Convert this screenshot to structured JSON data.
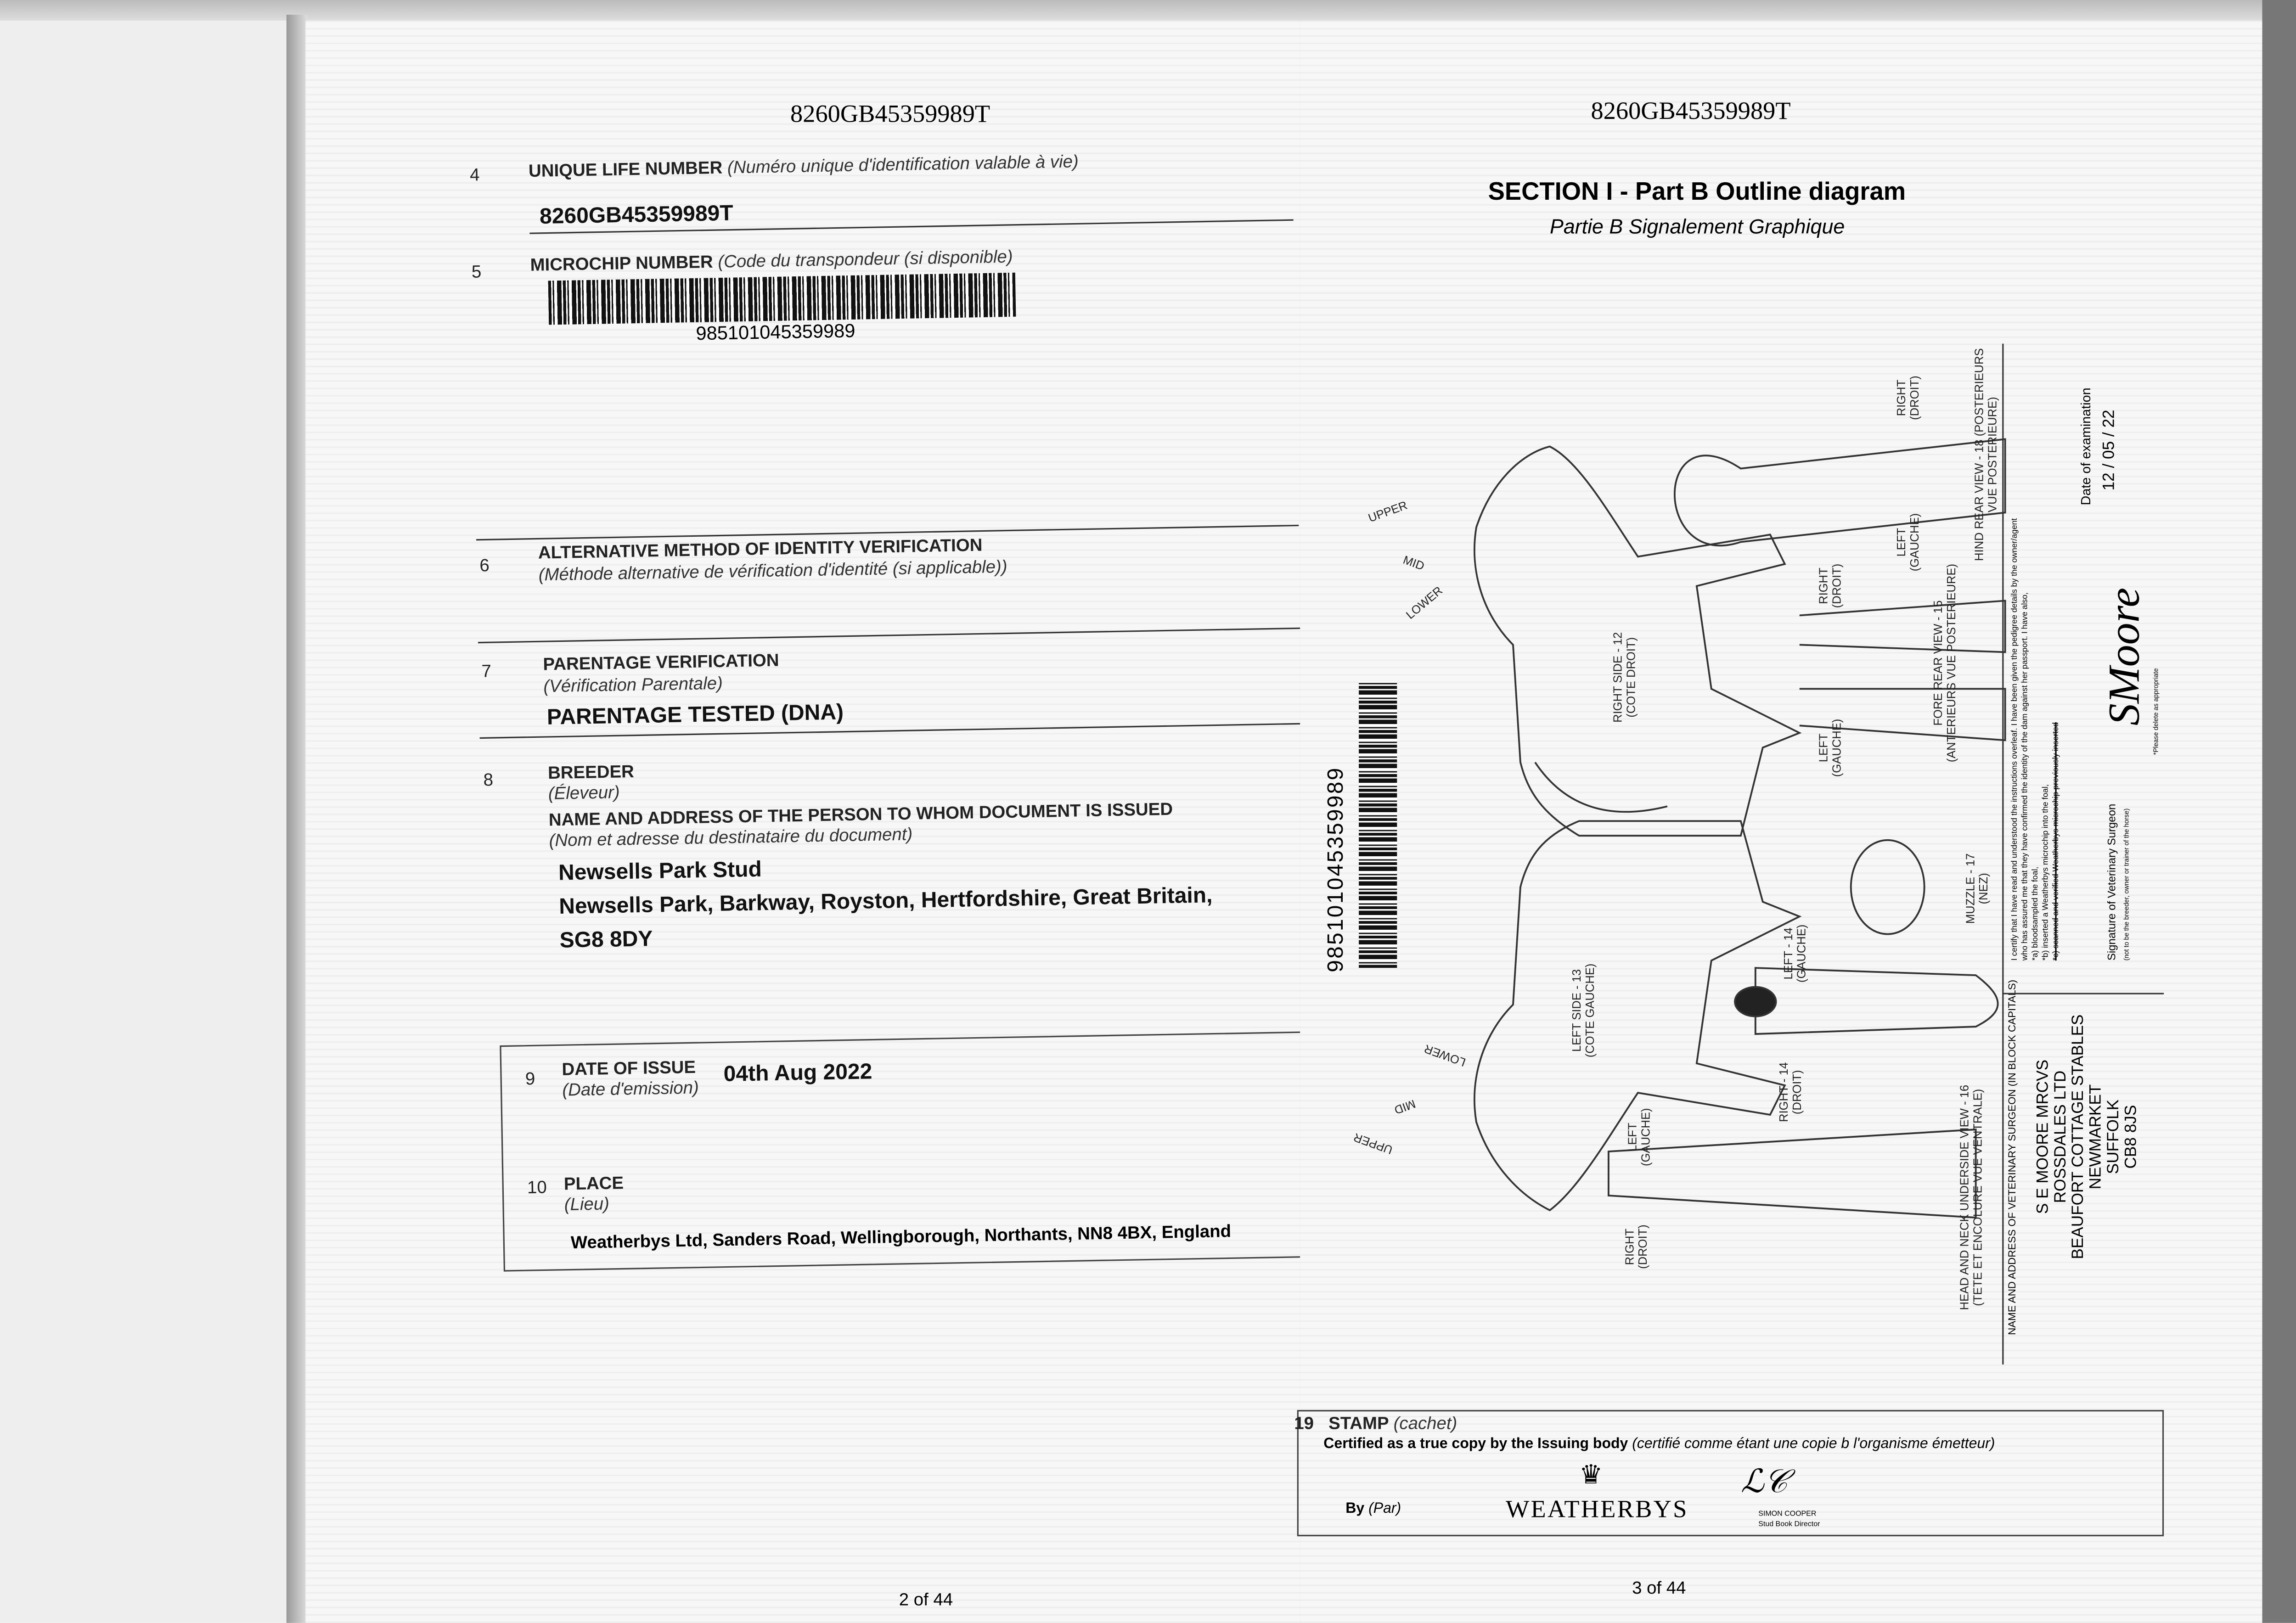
{
  "left_page": {
    "header_id": "8260GB45359989T",
    "sections": {
      "ule": {
        "num": "4",
        "label": "UNIQUE LIFE NUMBER",
        "label_fr": "(Numéro unique d'identification valable à vie)",
        "value": "8260GB45359989T"
      },
      "microchip": {
        "num": "5",
        "label": "MICROCHIP NUMBER",
        "label_fr": "(Code du transpondeur (si disponible)",
        "value": "985101045359989"
      },
      "alt_method": {
        "num": "6",
        "label": "ALTERNATIVE METHOD OF IDENTITY VERIFICATION",
        "label_fr": "(Méthode alternative de vérification d'identité (si applicable))"
      },
      "parentage": {
        "num": "7",
        "label": "PARENTAGE VERIFICATION",
        "label_fr": "(Vérification Parentale)",
        "value": "PARENTAGE TESTED (DNA)"
      },
      "breeder": {
        "num": "8",
        "label": "BREEDER",
        "label_fr": "(Éleveur)",
        "sublabel": "NAME AND ADDRESS OF THE PERSON TO WHOM DOCUMENT IS ISSUED",
        "sublabel_fr": "(Nom et adresse du destinataire du document)",
        "name": "Newsells Park Stud",
        "address1": "Newsells Park, Barkway, Royston, Hertfordshire, Great Britain,",
        "address2": "SG8 8DY"
      },
      "date_issue": {
        "num": "9",
        "label": "DATE OF ISSUE",
        "label_fr": "(Date d'emission)",
        "value": "04th Aug 2022"
      },
      "place": {
        "num": "10",
        "label": "PLACE",
        "label_fr": "(Lieu)",
        "value": "Weatherbys Ltd, Sanders Road, Wellingborough, Northants, NN8 4BX, England"
      }
    },
    "page_number": "2 of 44"
  },
  "right_page": {
    "header_id": "8260GB45359989T",
    "title": "SECTION I - Part B Outline diagram",
    "subtitle": "Partie B Signalement Graphique",
    "barcode_number": "985101045359989",
    "diagram_labels": {
      "upper": "UPPER",
      "mid": "MID",
      "lower": "LOWER",
      "right_side": "RIGHT SIDE - 12",
      "right_side_fr": "(COTE DROIT)",
      "left_side": "LEFT SIDE - 13",
      "left_side_fr": "(COTE GAUCHE)",
      "left_14": "LEFT - 14",
      "left_14_fr": "(GAUCHE)",
      "right_14": "RIGHT - 14",
      "right_14_fr": "(DROIT)",
      "fore_rear": "FORE REAR VIEW - 15",
      "fore_rear_fr": "(ANTERIEURS VUE POSTERIEURE)",
      "hind_rear": "HIND REAR VIEW - 18 (POSTERIEURS",
      "hind_rear_fr": "VUE POSTERIEURE)",
      "head_neck": "HEAD AND NECK UNDERSIDE VIEW - 16",
      "head_neck_fr": "(TETE ET ENCOLURE VUE VENTRALE)",
      "muzzle": "MUZZLE - 17",
      "muzzle_fr": "(NEZ)",
      "right": "RIGHT",
      "right_fr": "(DROIT)",
      "left": "LEFT",
      "left_fr": "(GAUCHE)"
    },
    "vet": {
      "heading": "NAME AND ADDRESS OF VETERINARY SURGEON (IN BLOCK CAPITALS)",
      "lines": [
        "S E MOORE MRCVS",
        "ROSSDALES LTD",
        "BEAUFORT COTTAGE STABLES",
        "NEWMARKET",
        "SUFFOLK",
        "CB8 8JS"
      ],
      "certify": [
        "I certify that I have read and understood the instructions overleaf. I have been given the pedigree details by the owner/agent",
        "who has assured me that they have confirmed the identity of the dam against her passport. I have also,",
        "*a) bloodsampled the foal,",
        "*b) inserted a Weatherbys microchip into the foal,",
        "*c) scanned and verified Weatherbys microchip previously inserted"
      ],
      "signature_label": "Signature of Veterinary Surgeon",
      "signature_note": "(not to be the breeder, owner or trainer of the horse)",
      "delete_note": "*Please delete as appropriate",
      "date_label": "Date of examination",
      "date_value": "12 / 05 / 22",
      "signature_text": "SMoore"
    },
    "stamp": {
      "num": "19",
      "label": "STAMP",
      "label_fr": "(cachet)",
      "certified": "Certified as a true copy by the Issuing body",
      "certified_fr": "(certifié comme étant une copie b l'organisme émetteur)",
      "by": "By",
      "by_fr": "(Par)",
      "logo": "WEATHERBYS",
      "signatory": "SIMON COOPER",
      "signatory_title": "Stud Book Director"
    },
    "page_number": "3 of 44"
  }
}
